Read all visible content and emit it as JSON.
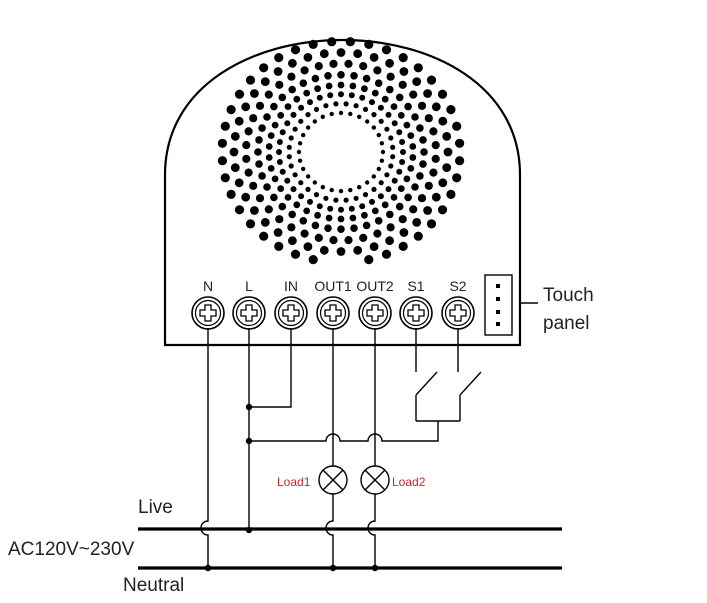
{
  "terminals": [
    "N",
    "L",
    "IN",
    "OUT1",
    "OUT2",
    "S1",
    "S2"
  ],
  "touch_panel": {
    "line1": "Touch",
    "line2": "panel"
  },
  "loads": [
    "Load1",
    "Load2"
  ],
  "bus": {
    "live": "Live",
    "supply": "AC120V~230V",
    "neutral": "Neutral"
  },
  "colors": {
    "line": "#000000",
    "load_label": "#c0282d"
  }
}
